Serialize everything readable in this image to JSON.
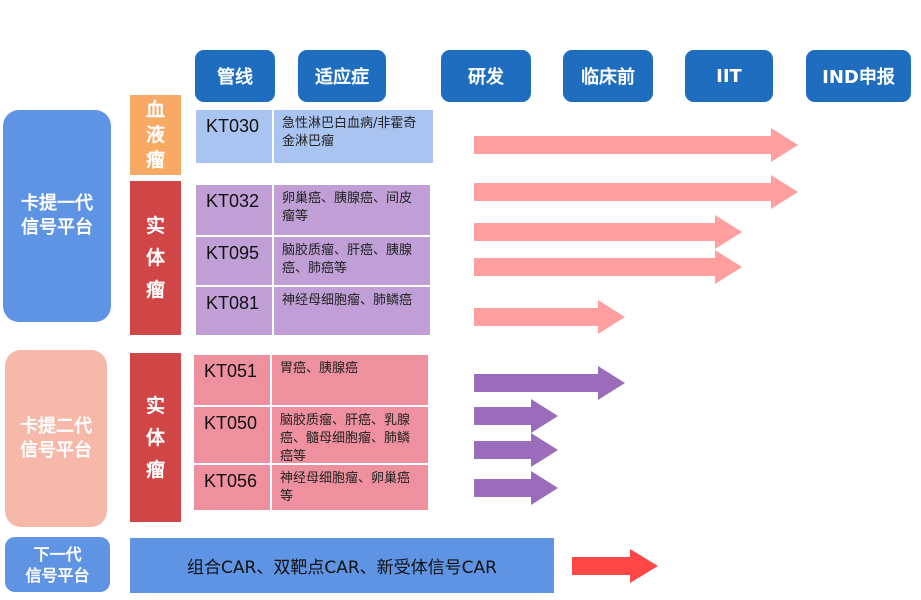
{
  "headers": [
    "管线",
    "适应症",
    "研发",
    "临床前",
    "IIT",
    "IND申报"
  ],
  "platforms": {
    "gen1": "卡提一代\n信号平台",
    "gen2": "卡提二代\n信号平台",
    "next": "下一代\n信号平台"
  },
  "categories": {
    "blood": "血\n液\n瘤",
    "solid1": "实\n体\n瘤",
    "solid2": "实\n体\n瘤"
  },
  "pipelines": [
    {
      "id": "KT030",
      "indication": "急性淋巴白血病/非霍奇金淋巴瘤",
      "stage": "IND申报"
    },
    {
      "id": "KT032",
      "indication": "卵巢癌、胰腺癌、间皮瘤等",
      "stage": "IND申报"
    },
    {
      "id": "KT095",
      "indication": "脑胶质瘤、肝癌、胰腺癌、肺癌等",
      "stage": "IIT"
    },
    {
      "id": "KT081",
      "indication": "神经母细胞瘤、肺鳞癌",
      "stage": "临床前"
    },
    {
      "id": "KT051",
      "indication": "胃癌、胰腺癌",
      "stage": "临床前"
    },
    {
      "id": "KT050",
      "indication": "脑胶质瘤、肝癌、乳腺癌、髓母细胞瘤、肺鳞癌等",
      "stage": "研发"
    },
    {
      "id": "KT056",
      "indication": "神经母细胞瘤、卵巢癌等",
      "stage": "研发"
    }
  ],
  "next_gen": {
    "text": "组合CAR、双靶点CAR、新受体信号CAR",
    "stage": "研发"
  },
  "colors": {
    "header": "#1f6dbf",
    "gen1": "#5f93e3",
    "gen2": "#f6b8a8",
    "blood": "#f8a964",
    "solid": "#d04545",
    "row_blood": "#a9c4f0",
    "row_gen1": "#bf9fd6",
    "row_gen2": "#ee909e",
    "arrow_gen1": "#ff9f9f",
    "arrow_gen2": "#9a6cba",
    "arrow_next": "#ff4747"
  }
}
